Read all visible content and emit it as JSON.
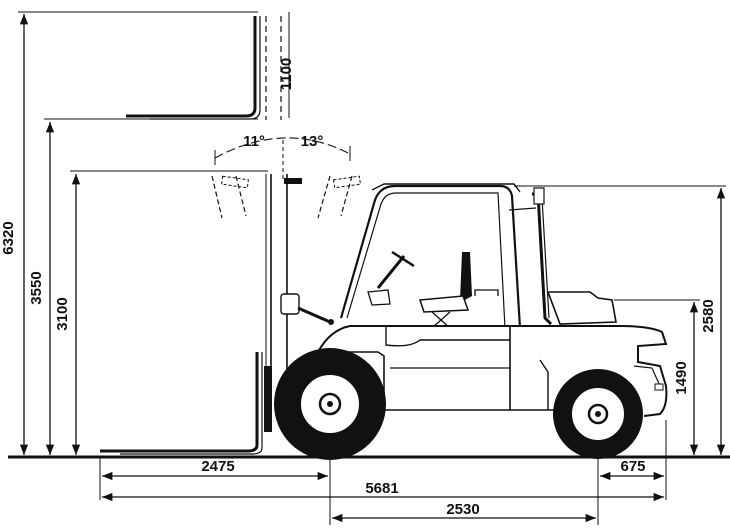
{
  "dimensions": {
    "overall_height": "6320",
    "lift_height": "3550",
    "fork_height_mid": "3100",
    "fork_extension": "1100",
    "cab_height": "2580",
    "rear_height": "1490",
    "fork_length": "2475",
    "overall_length": "5681",
    "wheelbase": "2530",
    "rear_overhang": "675"
  },
  "angles": {
    "tilt_forward": "11°",
    "tilt_backward": "13°"
  }
}
